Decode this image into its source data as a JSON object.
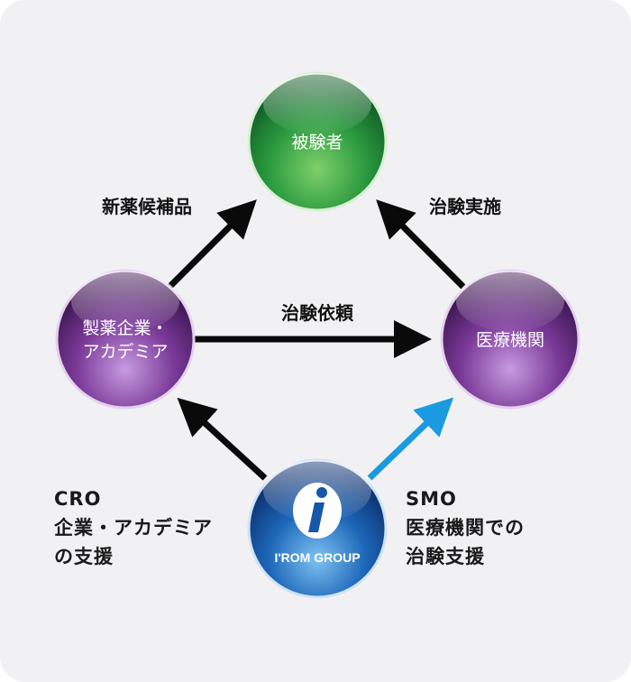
{
  "nodes": {
    "subjects": {
      "label": "被験者"
    },
    "pharma": {
      "label_line1": "製薬企業・",
      "label_line2": "アカデミア"
    },
    "medical": {
      "label": "医療機関"
    },
    "irom": {
      "label": "I'ROM GROUP"
    }
  },
  "edges": {
    "drug_candidate": "新薬候補品",
    "trial_execution": "治験実施",
    "trial_request": "治験依頼"
  },
  "notes": {
    "cro": {
      "line1": "CRO",
      "line2": "企業・アカデミア",
      "line3": "の支援"
    },
    "smo": {
      "line1": "SMO",
      "line2": "医療機関での",
      "line3": "治験支援"
    }
  },
  "colors": {
    "green": "#1e8a3c",
    "purple": "#6a2e86",
    "blue": "#1657a8",
    "arrow_black": "#0a0a0a",
    "arrow_blue": "#1a9ae0"
  }
}
